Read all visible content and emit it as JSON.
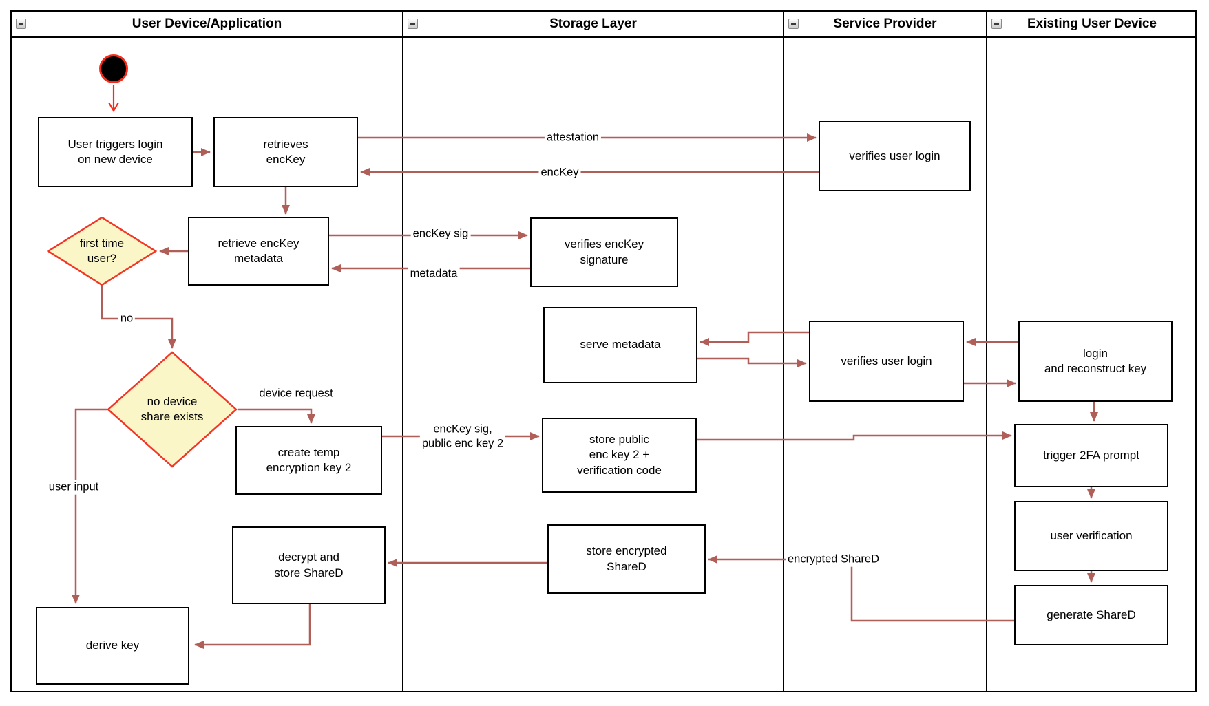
{
  "diagram": {
    "lanes": [
      {
        "label": "User Device/Application"
      },
      {
        "label": "Storage Layer"
      },
      {
        "label": "Service Provider"
      },
      {
        "label": "Existing User Device"
      }
    ],
    "nodes": {
      "start": "",
      "user_triggers_login": "User triggers login\non new device",
      "retrieves_enckey": "retrieves\nencKey",
      "verifies_user_login_1": "verifies user login",
      "retrieve_enckey_metadata": "retrieve encKey\nmetadata",
      "first_time_user": "first time\nuser?",
      "verifies_enckey_signature": "verifies encKey\nsignature",
      "serve_metadata": "serve metadata",
      "verifies_user_login_2": "verifies user login",
      "login_and_reconstruct_key": "login\nand reconstruct key",
      "no_device_share_exists": "no device\nshare exists",
      "create_temp_encryption_key_2": "create temp\nencryption key 2",
      "store_public_enc_key_2": "store public\nenc key 2 +\nverification code",
      "trigger_2fa_prompt": "trigger 2FA prompt",
      "user_verification": "user verification",
      "generate_shared": "generate ShareD",
      "store_encrypted_shared": "store encrypted\nShareD",
      "decrypt_and_store_shared": "decrypt and\nstore ShareD",
      "derive_key": "derive key"
    },
    "edge_labels": {
      "attestation": "attestation",
      "enckey": "encKey",
      "enckey_sig": "encKey sig",
      "metadata": "metadata",
      "no": "no",
      "device_request": "device request",
      "enckey_sig_public_key_2": "encKey sig,\npublic enc key 2",
      "encrypted_shared": "encrypted ShareD",
      "user_input": "user input"
    },
    "icons": {
      "collapse": "collapse-minus-icon"
    },
    "colors": {
      "arrow": "#b05f58",
      "start_accent": "#fa2a1a",
      "decision_fill": "#faf6c8",
      "decision_border": "#f23524",
      "node_border": "#000000",
      "lane_border": "#000000"
    }
  }
}
